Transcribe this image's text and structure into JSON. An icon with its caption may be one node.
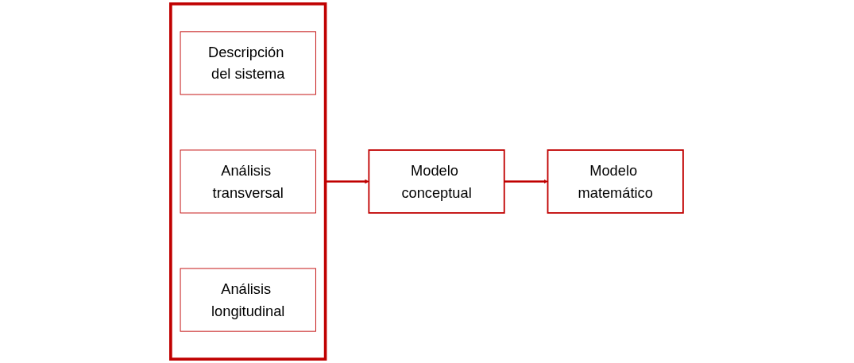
{
  "diagram": {
    "nodes": [
      {
        "text": [],
        "shape": "box"
      },
      {
        "text": [
          "Descripción del sistema"
        ],
        "in": 0
      },
      {
        "text": [
          "Análisis transversal"
        ],
        "in": 0
      },
      {
        "text": [
          "Análisis longitudinal"
        ],
        "in": 0
      },
      {
        "text": [
          "Modelo conceptual"
        ]
      },
      {
        "text": [
          "Modelo matemático"
        ]
      }
    ],
    "edges": [
      {
        "from": 0,
        "to": 4,
        "arrow": "to"
      },
      {
        "from": 4,
        "to": 5,
        "arrow": "to"
      }
    ]
  }
}
